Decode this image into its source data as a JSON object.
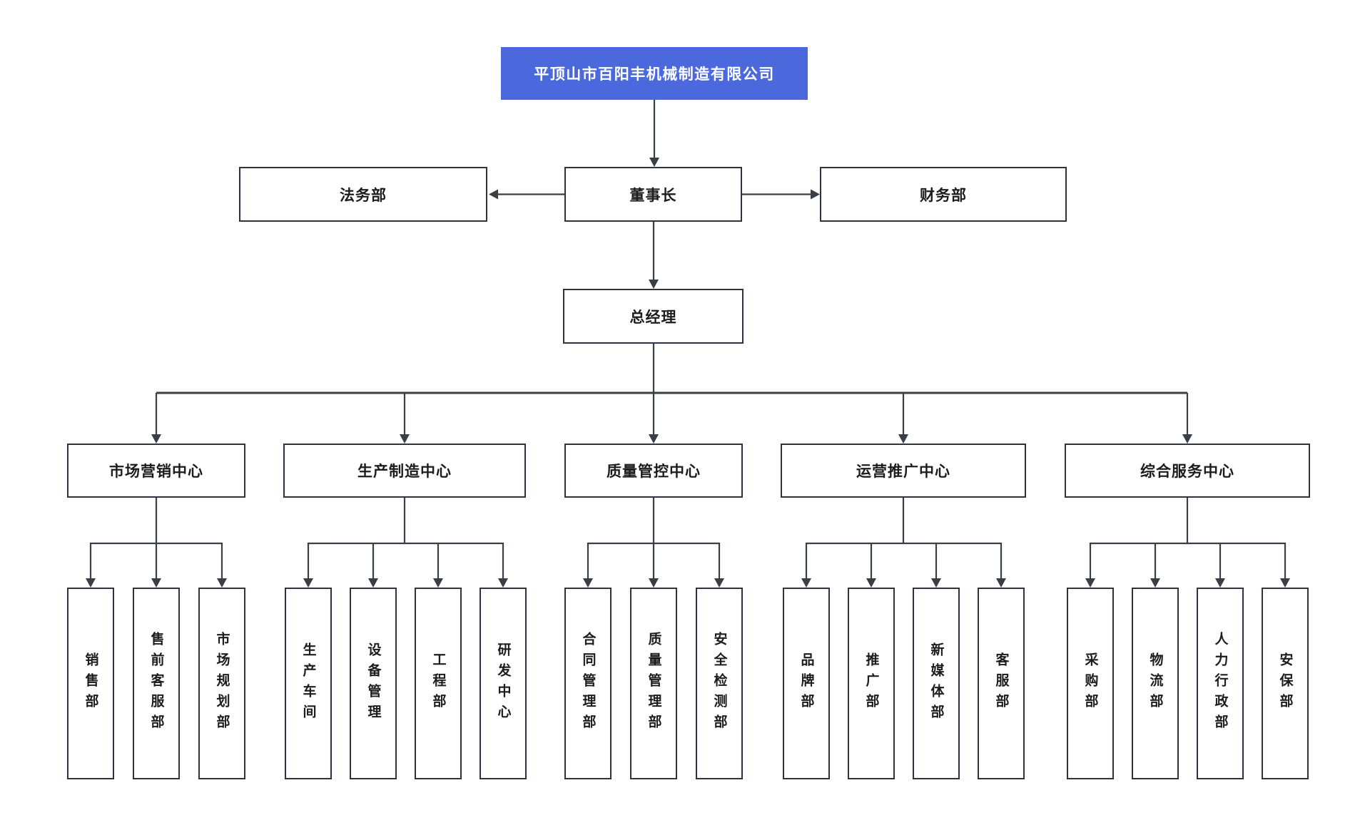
{
  "diagram": {
    "title": "平顶山市百阳丰机械制造有限公司",
    "colors": {
      "root_fill": "#4b68dd",
      "root_text": "#ffffff",
      "node_fill": "#ffffff",
      "node_border": "#2d333f",
      "connector": "#3a3f46",
      "node_text": "#1c1c1c"
    },
    "executives": {
      "chairman": "董事长",
      "legal": "法务部",
      "finance": "财务部",
      "general_manager": "总经理"
    },
    "centers": [
      {
        "label": "市场营销中心",
        "children": [
          "销售部",
          "售前客服部",
          "市场规划部"
        ]
      },
      {
        "label": "生产制造中心",
        "children": [
          "生产车间",
          "设备管理",
          "工程部",
          "研发中心"
        ]
      },
      {
        "label": "质量管控中心",
        "children": [
          "合同管理部",
          "质量管理部",
          "安全检测部"
        ]
      },
      {
        "label": "运营推广中心",
        "children": [
          "品牌部",
          "推广部",
          "新媒体部",
          "客服部"
        ]
      },
      {
        "label": "综合服务中心",
        "children": [
          "采购部",
          "物流部",
          "人力行政部",
          "安保部"
        ]
      }
    ]
  }
}
